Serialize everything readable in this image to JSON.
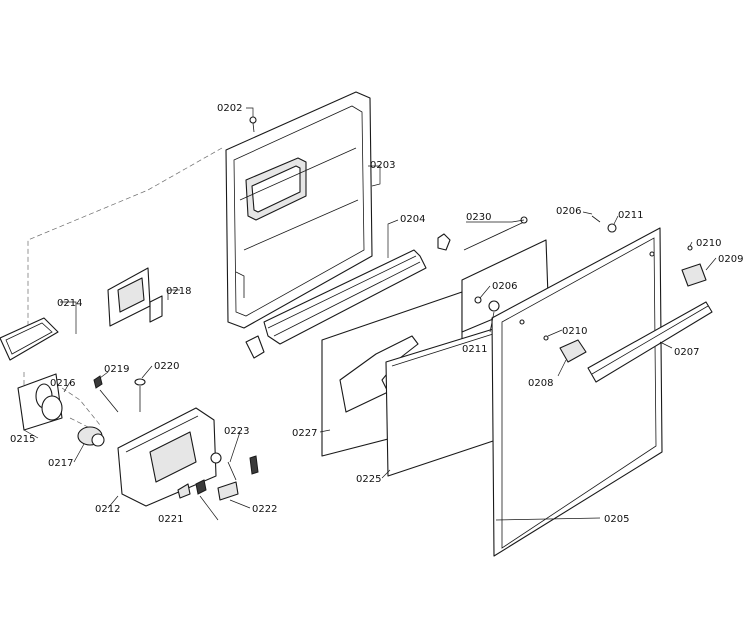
{
  "callouts": {
    "c0202": "0202",
    "c0203": "0203",
    "c0204": "0204",
    "c0205": "0205",
    "c0206a": "0206",
    "c0206b": "0206",
    "c0207": "0207",
    "c0208": "0208",
    "c0209": "0209",
    "c0210a": "0210",
    "c0210b": "0210",
    "c0211a": "0211",
    "c0211b": "0211",
    "c0212": "0212",
    "c0214": "0214",
    "c0215": "0215",
    "c0216": "0216",
    "c0217": "0217",
    "c0218": "0218",
    "c0219": "0219",
    "c0220": "0220",
    "c0221": "0221",
    "c0222": "0222",
    "c0223": "0223",
    "c0225": "0225",
    "c0227": "0227",
    "c0230": "0230"
  }
}
